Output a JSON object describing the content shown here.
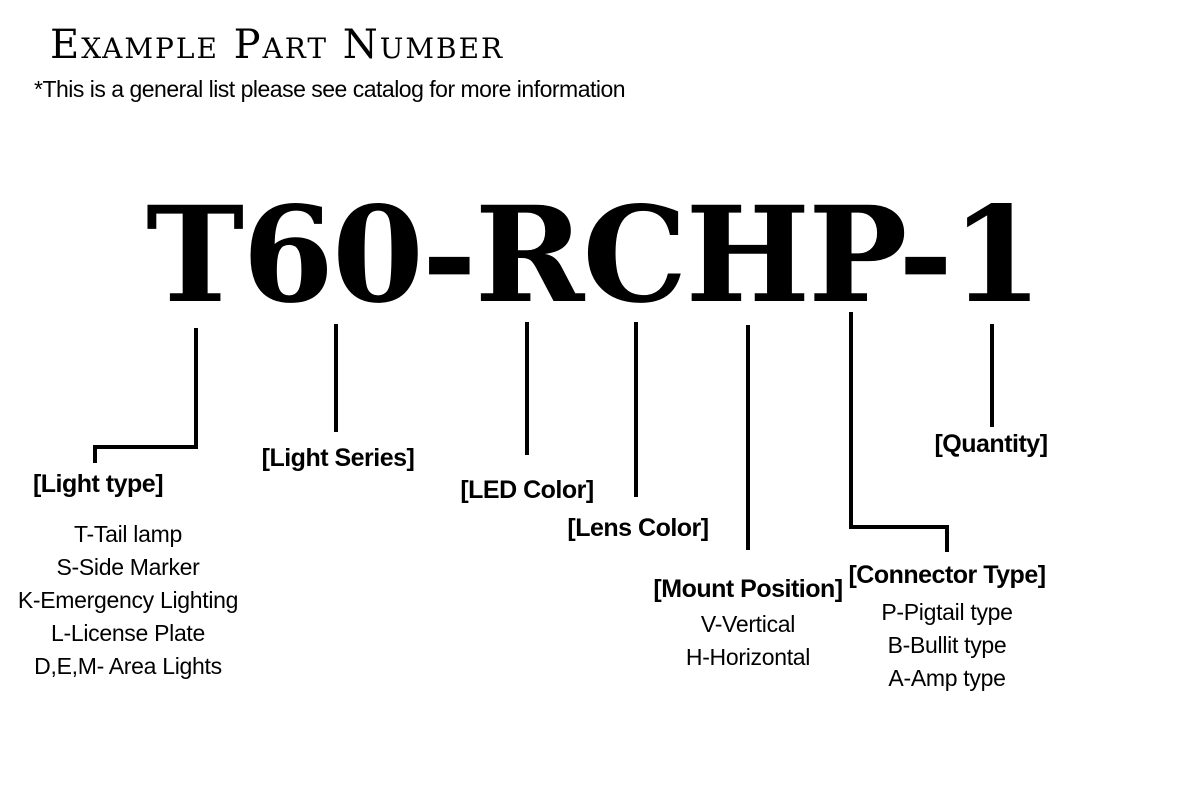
{
  "title": "Example Part Number",
  "note": "*This is a general list please see catalog for more information",
  "part_number": {
    "text": "T60-RCHP-1"
  },
  "groups": [
    {
      "id": "light-type",
      "label": "[Light type]",
      "items": [
        "T-Tail lamp",
        "S-Side Marker",
        "K-Emergency Lighting",
        "L-License Plate",
        "D,E,M- Area Lights"
      ]
    },
    {
      "id": "light-series",
      "label": "[Light Series]",
      "items": []
    },
    {
      "id": "led-color",
      "label": "[LED Color]",
      "items": []
    },
    {
      "id": "lens-color",
      "label": "[Lens Color]",
      "items": []
    },
    {
      "id": "mount-position",
      "label": "[Mount Position]",
      "items": [
        "V-Vertical",
        "H-Horizontal"
      ]
    },
    {
      "id": "connector-type",
      "label": "[Connector Type]",
      "items": [
        "P-Pigtail type",
        "B-Bullit type",
        "A-Amp type"
      ]
    },
    {
      "id": "quantity",
      "label": "[Quantity]",
      "items": []
    }
  ],
  "colors": {
    "ink": "#000000",
    "background": "#ffffff"
  }
}
